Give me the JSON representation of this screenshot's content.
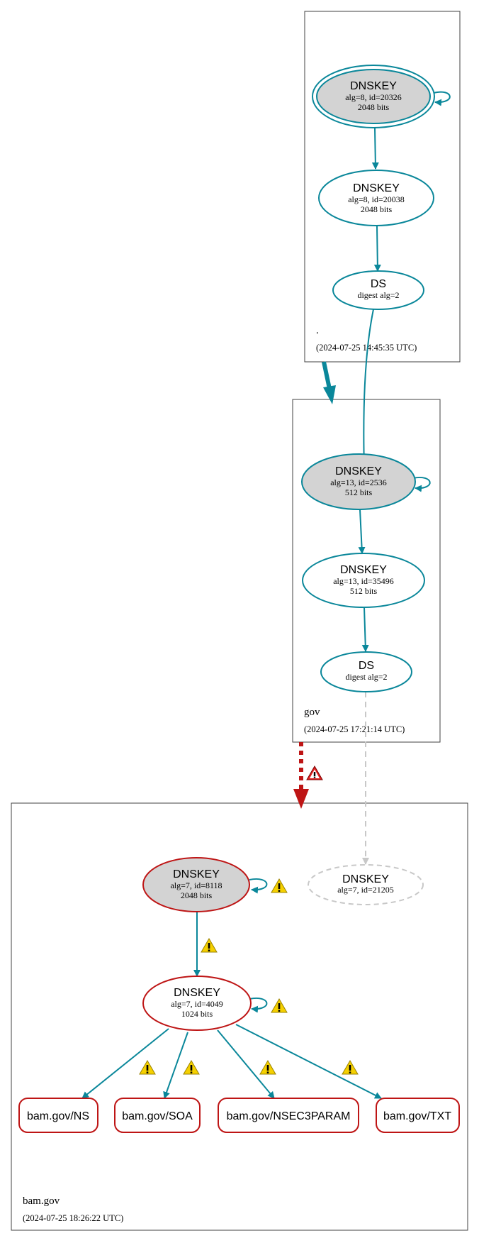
{
  "colors": {
    "edge": "#0a879a",
    "error": "#be1515",
    "node_fill": "#d3d3d3",
    "box": "#404040",
    "missing": "#c8c8c8",
    "warn": "#f5d000"
  },
  "zones": [
    {
      "name": ".",
      "date": "(2024-07-25 14:45:35 UTC)"
    },
    {
      "name": "gov",
      "date": "(2024-07-25 17:21:14 UTC)"
    },
    {
      "name": "bam.gov",
      "date": "(2024-07-25 18:26:22 UTC)"
    }
  ],
  "nodes": {
    "root_ksk": {
      "title": "DNSKEY",
      "line1": "alg=8, id=20326",
      "line2": "2048 bits"
    },
    "root_zsk": {
      "title": "DNSKEY",
      "line1": "alg=8, id=20038",
      "line2": "2048 bits"
    },
    "root_ds": {
      "title": "DS",
      "line1": "digest alg=2"
    },
    "gov_ksk": {
      "title": "DNSKEY",
      "line1": "alg=13, id=2536",
      "line2": "512 bits"
    },
    "gov_zsk": {
      "title": "DNSKEY",
      "line1": "alg=13, id=35496",
      "line2": "512 bits"
    },
    "gov_ds": {
      "title": "DS",
      "line1": "digest alg=2"
    },
    "bam_ksk": {
      "title": "DNSKEY",
      "line1": "alg=7, id=8118",
      "line2": "2048 bits"
    },
    "bam_missing": {
      "title": "DNSKEY",
      "line1": "alg=7, id=21205"
    },
    "bam_zsk": {
      "title": "DNSKEY",
      "line1": "alg=7, id=4049",
      "line2": "1024 bits"
    }
  },
  "rrsets": [
    {
      "label": "bam.gov/NS"
    },
    {
      "label": "bam.gov/SOA"
    },
    {
      "label": "bam.gov/NSEC3PARAM"
    },
    {
      "label": "bam.gov/TXT"
    }
  ]
}
